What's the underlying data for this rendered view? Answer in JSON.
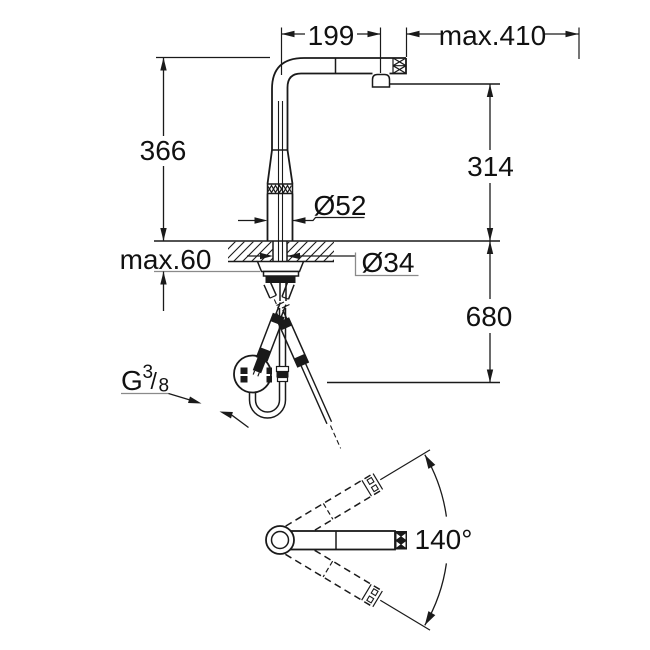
{
  "colors": {
    "line": "#1a1a1a",
    "leader_gray": "#8a8a8a",
    "background": "#ffffff"
  },
  "side_view": {
    "dims": {
      "reach": "199",
      "extension": "max.410",
      "height_total": "366",
      "height_outlet": "314",
      "body_diameter": "Ø52",
      "deck_thickness": "max.60",
      "hole_diameter": "Ø34",
      "hose_length": "680"
    },
    "thread": {
      "letter": "G",
      "numerator": "3",
      "slash": "/",
      "denominator": "8"
    }
  },
  "top_view": {
    "swivel_angle": "140°"
  }
}
